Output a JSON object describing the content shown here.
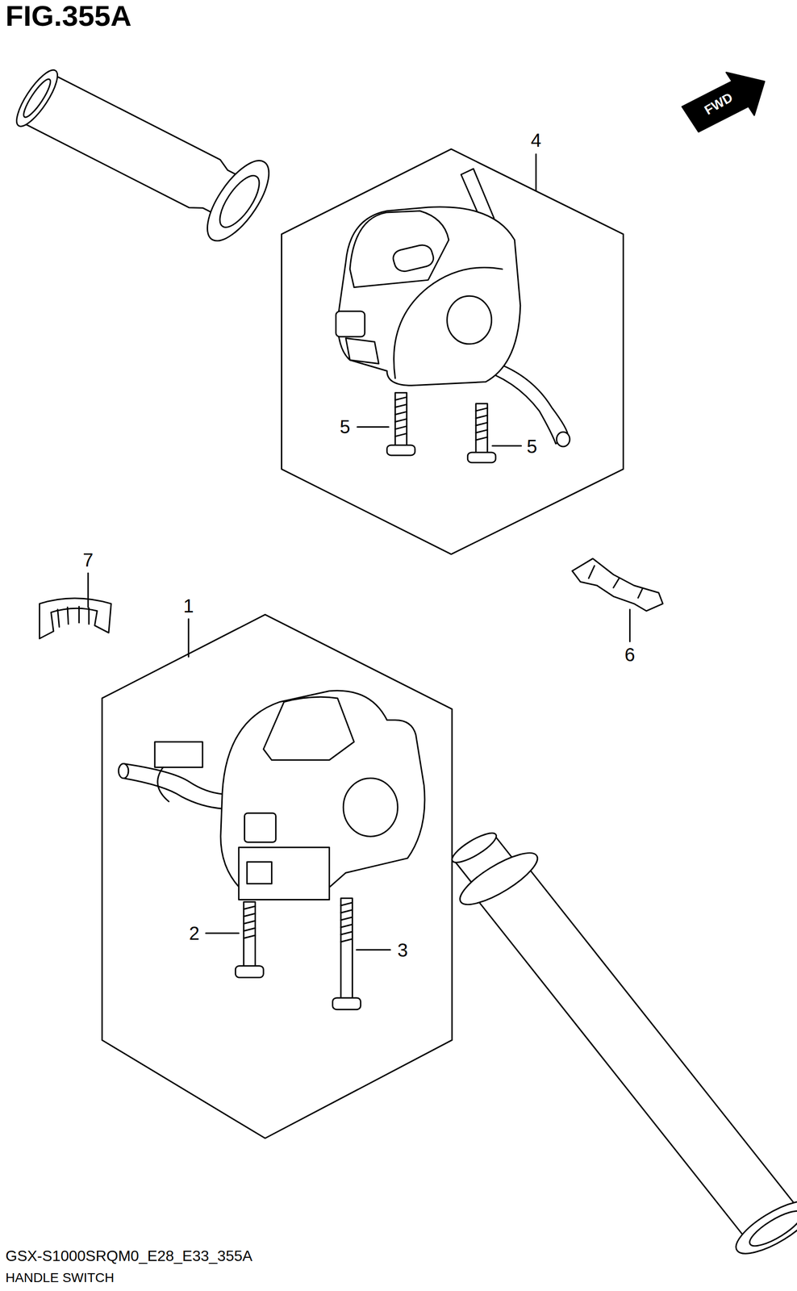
{
  "diagram": {
    "title": "FIG.355A",
    "caption": "HANDLE SWITCH",
    "labels": [
      "FWD",
      "4",
      "5",
      "5",
      "7",
      "1",
      "6",
      "2",
      "3",
      "GSX-S1000SRQM0_E28_E33_355A"
    ]
  }
}
